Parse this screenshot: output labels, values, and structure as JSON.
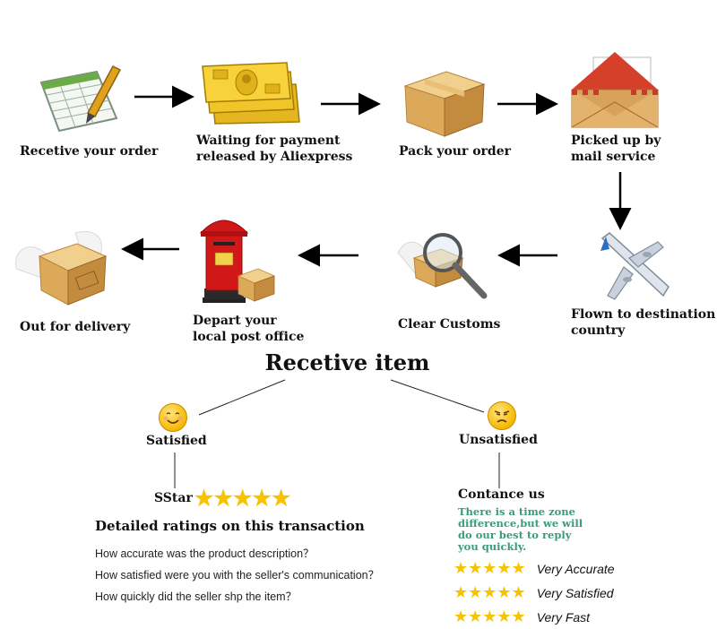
{
  "steps": [
    {
      "id": "receive",
      "label": "Recetive your order",
      "icon": "spreadsheet-pencil-icon"
    },
    {
      "id": "payment",
      "label": "Waiting for payment\nreleased by Aliexpress",
      "icon": "banknotes-icon"
    },
    {
      "id": "pack",
      "label": "Pack your order",
      "icon": "cardboard-box-icon"
    },
    {
      "id": "pickup",
      "label": "Picked up by\nmail service",
      "icon": "envelope-icon"
    },
    {
      "id": "flown",
      "label": "Flown to destination\ncountry",
      "icon": "airplane-icon"
    },
    {
      "id": "customs",
      "label": "Clear Customs",
      "icon": "magnifier-box-icon"
    },
    {
      "id": "depart",
      "label": "Depart your\nlocal post office",
      "icon": "post-box-icon"
    },
    {
      "id": "delivery",
      "label": "Out for delivery",
      "icon": "winged-box-icon"
    }
  ],
  "receive_item": {
    "title": "Recetive item",
    "satisfied": {
      "label": "Satisfied",
      "icon": "smiling-face-icon",
      "sstar_label": "SStar",
      "sstar_stars": "★★★★★",
      "detail_title": "Detailed ratings on this transaction",
      "questions": [
        "How accurate was the product description？",
        "How satisfied were you with the seller's communication？",
        "How quickly did the seller shp the item？"
      ]
    },
    "unsatisfied": {
      "label": "Unsatisfied",
      "icon": "unhappy-face-icon",
      "contact_label": "Contance us",
      "note": "There is a time zone\ndifference,but we will\ndo  our best to reply\nyou quickly.",
      "ratings": [
        {
          "stars": "★★★★★",
          "text": "Very Accurate"
        },
        {
          "stars": "★★★★★",
          "text": "Very Satisfied"
        },
        {
          "stars": "★★★★★",
          "text": "Very Fast"
        }
      ]
    }
  },
  "colors": {
    "star": "#f7c300",
    "note_text": "#3a9a7a",
    "box": "#d9a85a",
    "postbox": "#d01818"
  }
}
